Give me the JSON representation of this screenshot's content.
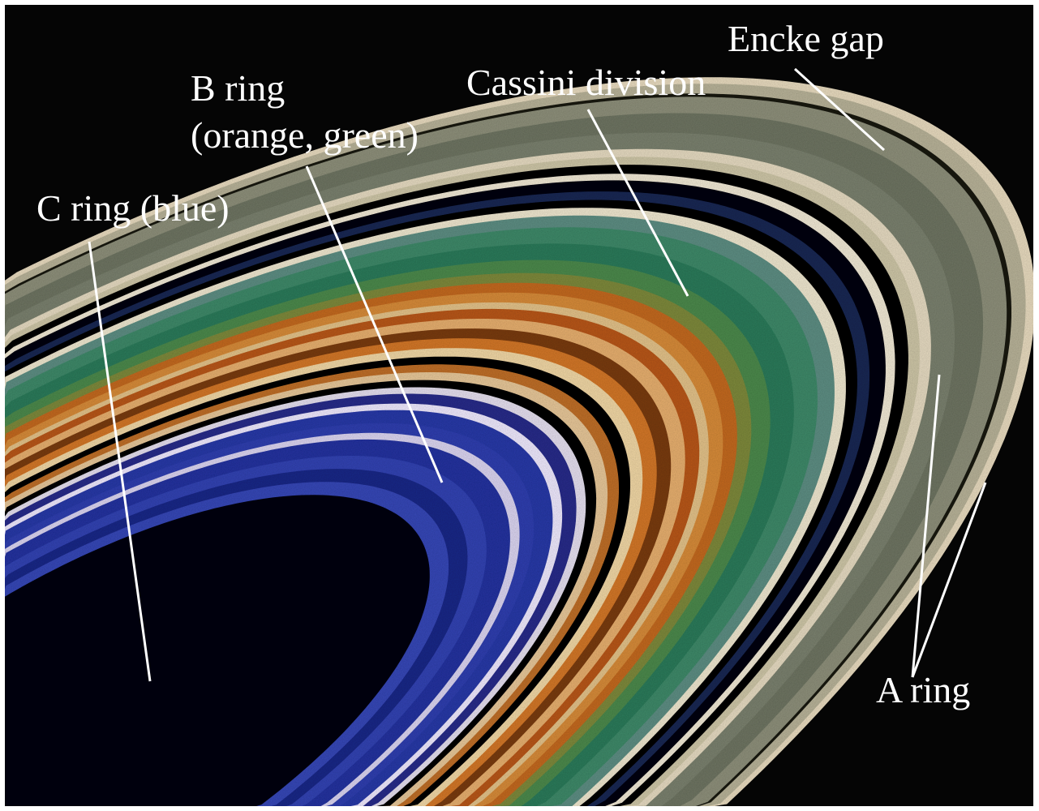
{
  "labels": {
    "encke_gap": "Encke gap",
    "cassini_division": "Cassini division",
    "b_ring_line1": "B ring",
    "b_ring_line2": "(orange, green)",
    "c_ring": "C ring (blue)",
    "a_ring": "A ring"
  }
}
